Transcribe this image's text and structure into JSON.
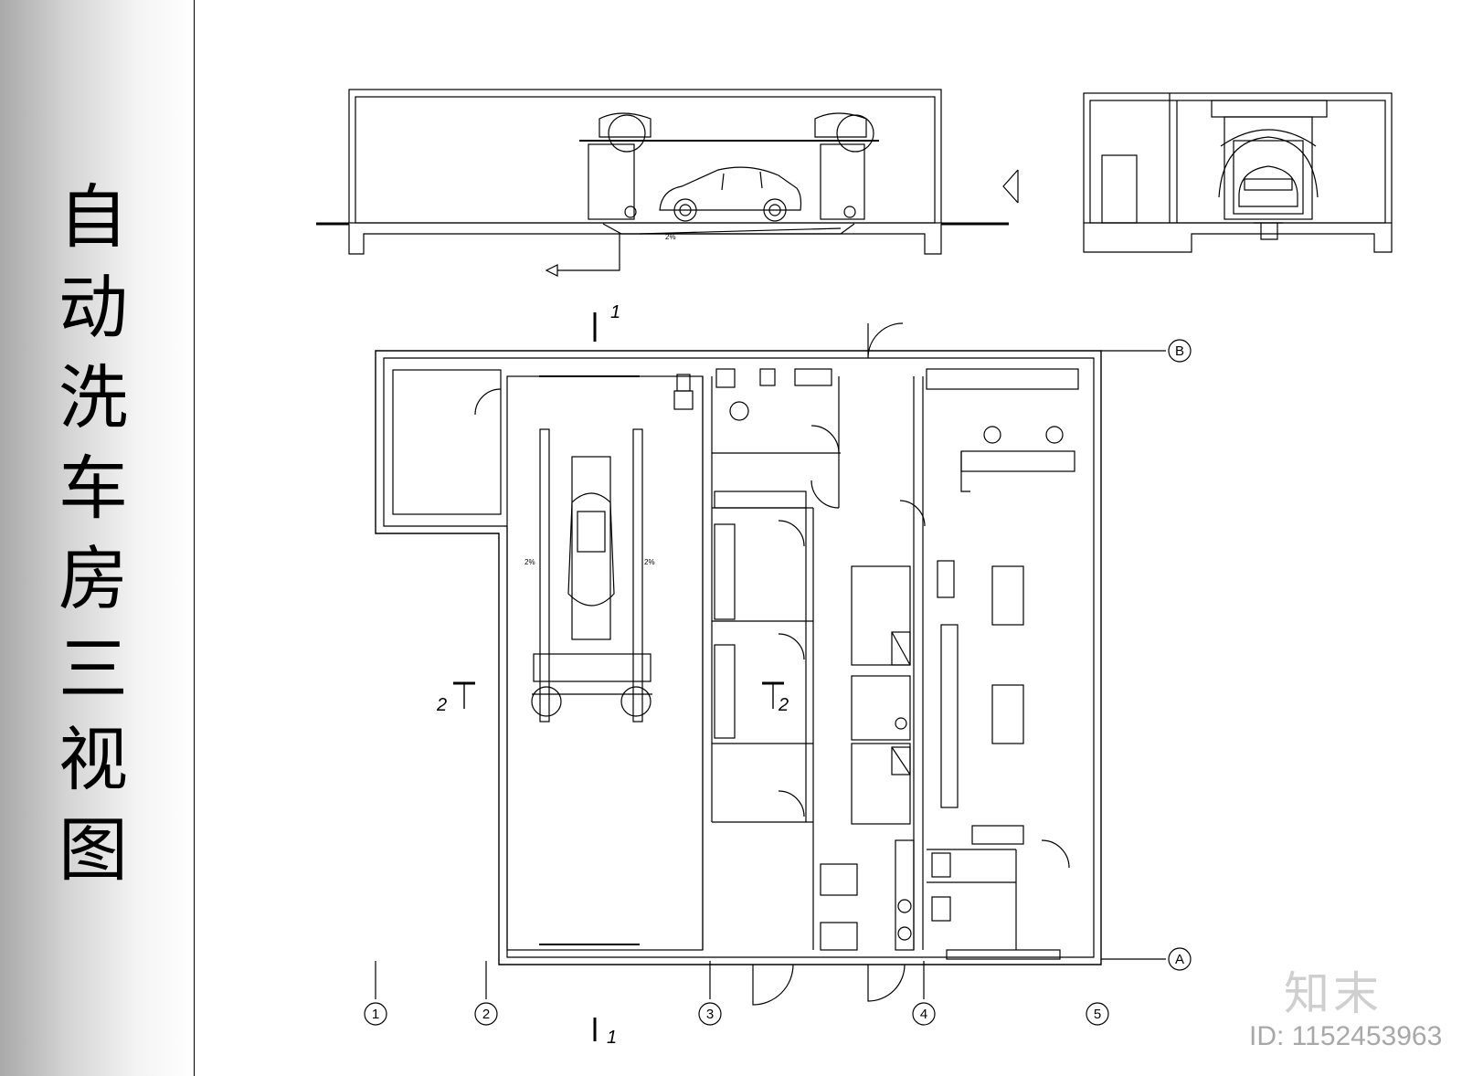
{
  "title_chars": [
    "自",
    "动",
    "洗",
    "车",
    "房",
    "三",
    "视",
    "图"
  ],
  "axes": {
    "columns": [
      "1",
      "2",
      "3",
      "4",
      "5"
    ],
    "rows": [
      "A",
      "B"
    ]
  },
  "section_marks": {
    "s1_top": "1",
    "s1_bottom": "1",
    "s2_left": "2",
    "s2_right": "2"
  },
  "slope_labels": [
    "2%",
    "2%",
    "2%"
  ],
  "watermark": {
    "brand": "知末",
    "id": "ID: 1152453963"
  },
  "colors": {
    "line": "#000000",
    "sidebar_dark": "#a9a9a9",
    "watermark": "#cfcfcf"
  }
}
